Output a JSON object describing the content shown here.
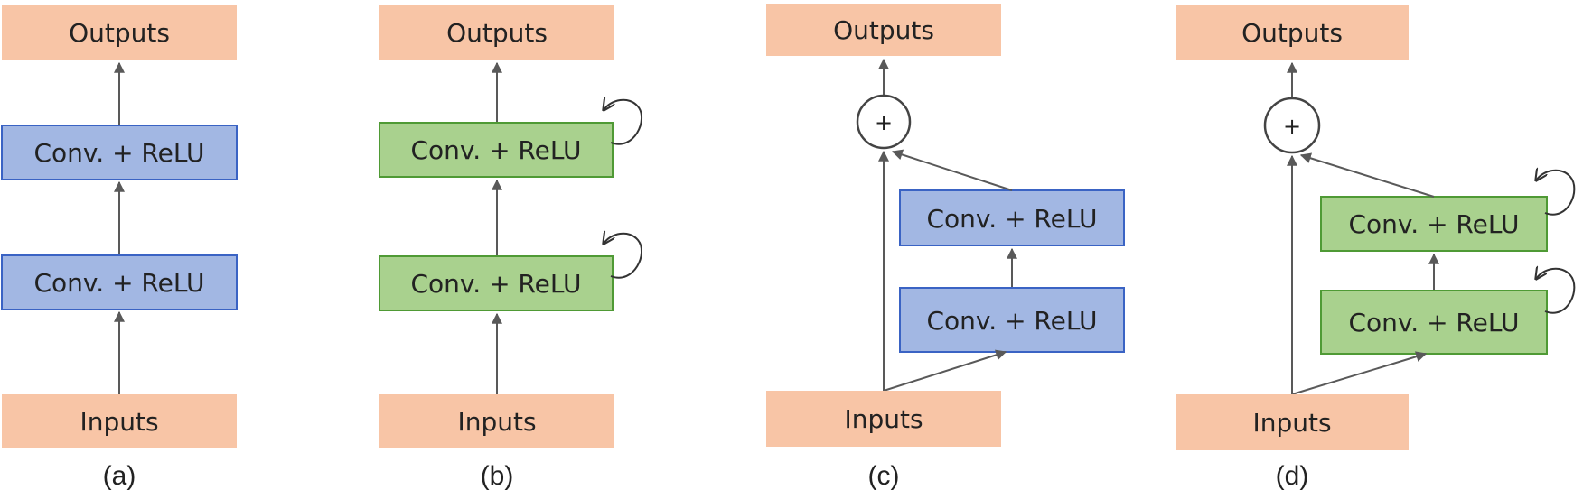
{
  "labels": {
    "outputs": "Outputs",
    "inputs": "Inputs",
    "conv_relu": "Conv. + ReLU",
    "plus": "+"
  },
  "captions": {
    "a": "(a)",
    "b": "(b)",
    "c": "(c)",
    "d": "(d)"
  },
  "colors": {
    "io_fill": "#f8c5a6",
    "plain_fill": "#a2b7e3",
    "plain_stroke": "#3a63c4",
    "recurrent_fill": "#a9d18e",
    "recurrent_stroke": "#4f9a35",
    "arrow": "#595959"
  }
}
